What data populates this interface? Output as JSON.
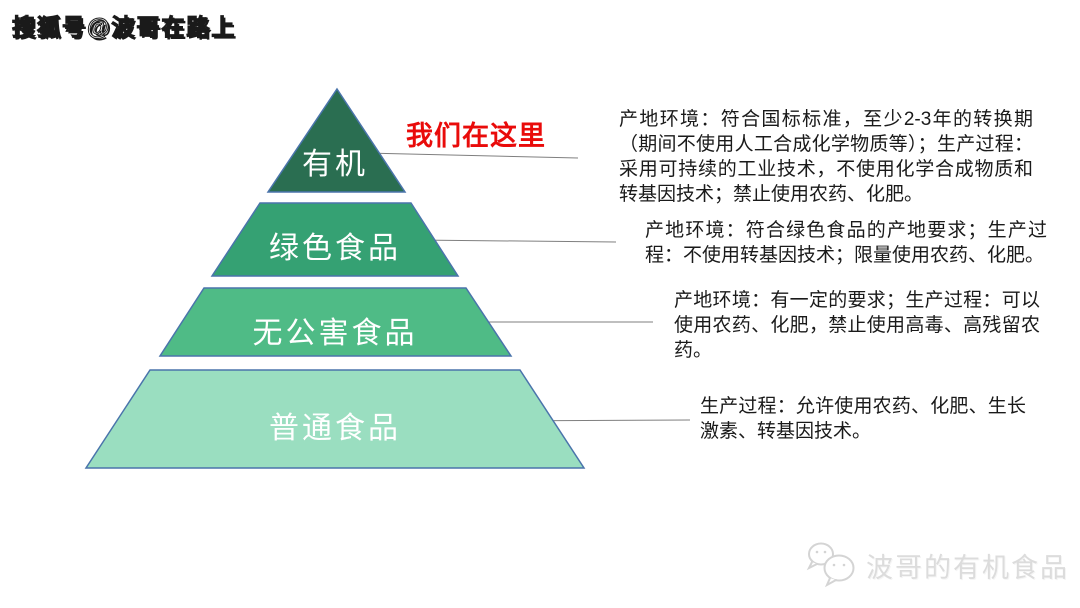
{
  "watermark_top": "搜狐号@波哥在路上",
  "here_label": "我们在这里",
  "colors": {
    "accent_red": "#e90b0a",
    "line_gray": "#7f7f7f",
    "text_black": "#1a1a1a",
    "watermark_gray": "#dcdcdc",
    "tier_stroke": "#4a74ab"
  },
  "pyramid": {
    "tiers": [
      {
        "label": "有机",
        "color": "#2a6e51"
      },
      {
        "label": "绿色食品",
        "color": "#35a173"
      },
      {
        "label": "无公害食品",
        "color": "#4fbb86"
      },
      {
        "label": "普通食品",
        "color": "#9adec0"
      }
    ]
  },
  "annotations": [
    {
      "text": "产地环境：符合国标标准，至少2-3年的转换期（期间不使用人工合成化学物质等）；生产过程：采用可持续的工业技术，不使用化学合成物质和转基因技术；禁止使用农药、化肥。"
    },
    {
      "text": "产地环境：符合绿色食品的产地要求；生产过程：不使用转基因技术；限量使用农药、化肥。"
    },
    {
      "text": "产地环境：有一定的要求；生产过程：可以使用农药、化肥，禁止使用高毒、高残留农药。"
    },
    {
      "text": "生产过程：允许使用农药、化肥、生长激素、转基因技术。"
    }
  ],
  "footer_watermark": {
    "icon": "wechat-icon",
    "text": "波哥的有机食品"
  }
}
